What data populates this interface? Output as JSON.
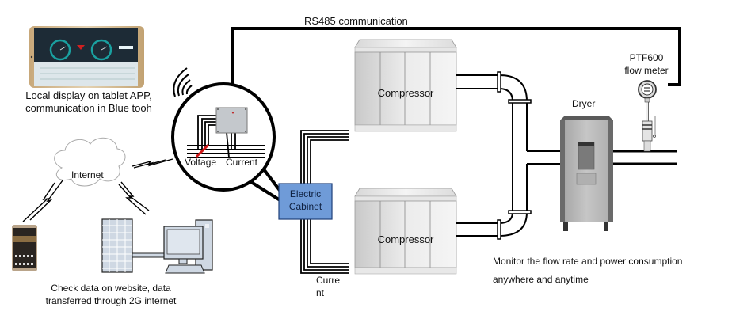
{
  "diagram": {
    "title": "Compressed air monitoring system overview",
    "labels": {
      "rs485": "RS485 communication",
      "tablet_caption_line1": "Local display on tablet APP,",
      "tablet_caption_line2": "communication in Blue tooh",
      "internet": "Internet",
      "voltage": "Voltage",
      "current": "Current",
      "electric_cabinet_line1": "Electric",
      "electric_cabinet_line2": "Cabinet",
      "compressor_top": "Compressor",
      "compressor_bottom": "Compressor",
      "current_bottom_line1": "Curre",
      "current_bottom_line2": "nt",
      "dryer": "Dryer",
      "flow_meter_line1": "PTF600",
      "flow_meter_line2": "flow meter",
      "website_caption_line1": "Check data on website, data",
      "website_caption_line2": "transferred through 2G internet",
      "monitor_line1": "Monitor the flow rate and power consumption",
      "monitor_line2": "anywhere and anytime"
    },
    "colors": {
      "cabinet_fill": "#6f9bd8",
      "cabinet_stroke": "#1f3f7a",
      "voltage_clamp": "#d01818",
      "tablet_screen_dark": "#1d2b36",
      "gauge_teal": "#1aa0a0",
      "dryer_body": "#b9b9b9",
      "dryer_top": "#5a5a5a"
    }
  }
}
